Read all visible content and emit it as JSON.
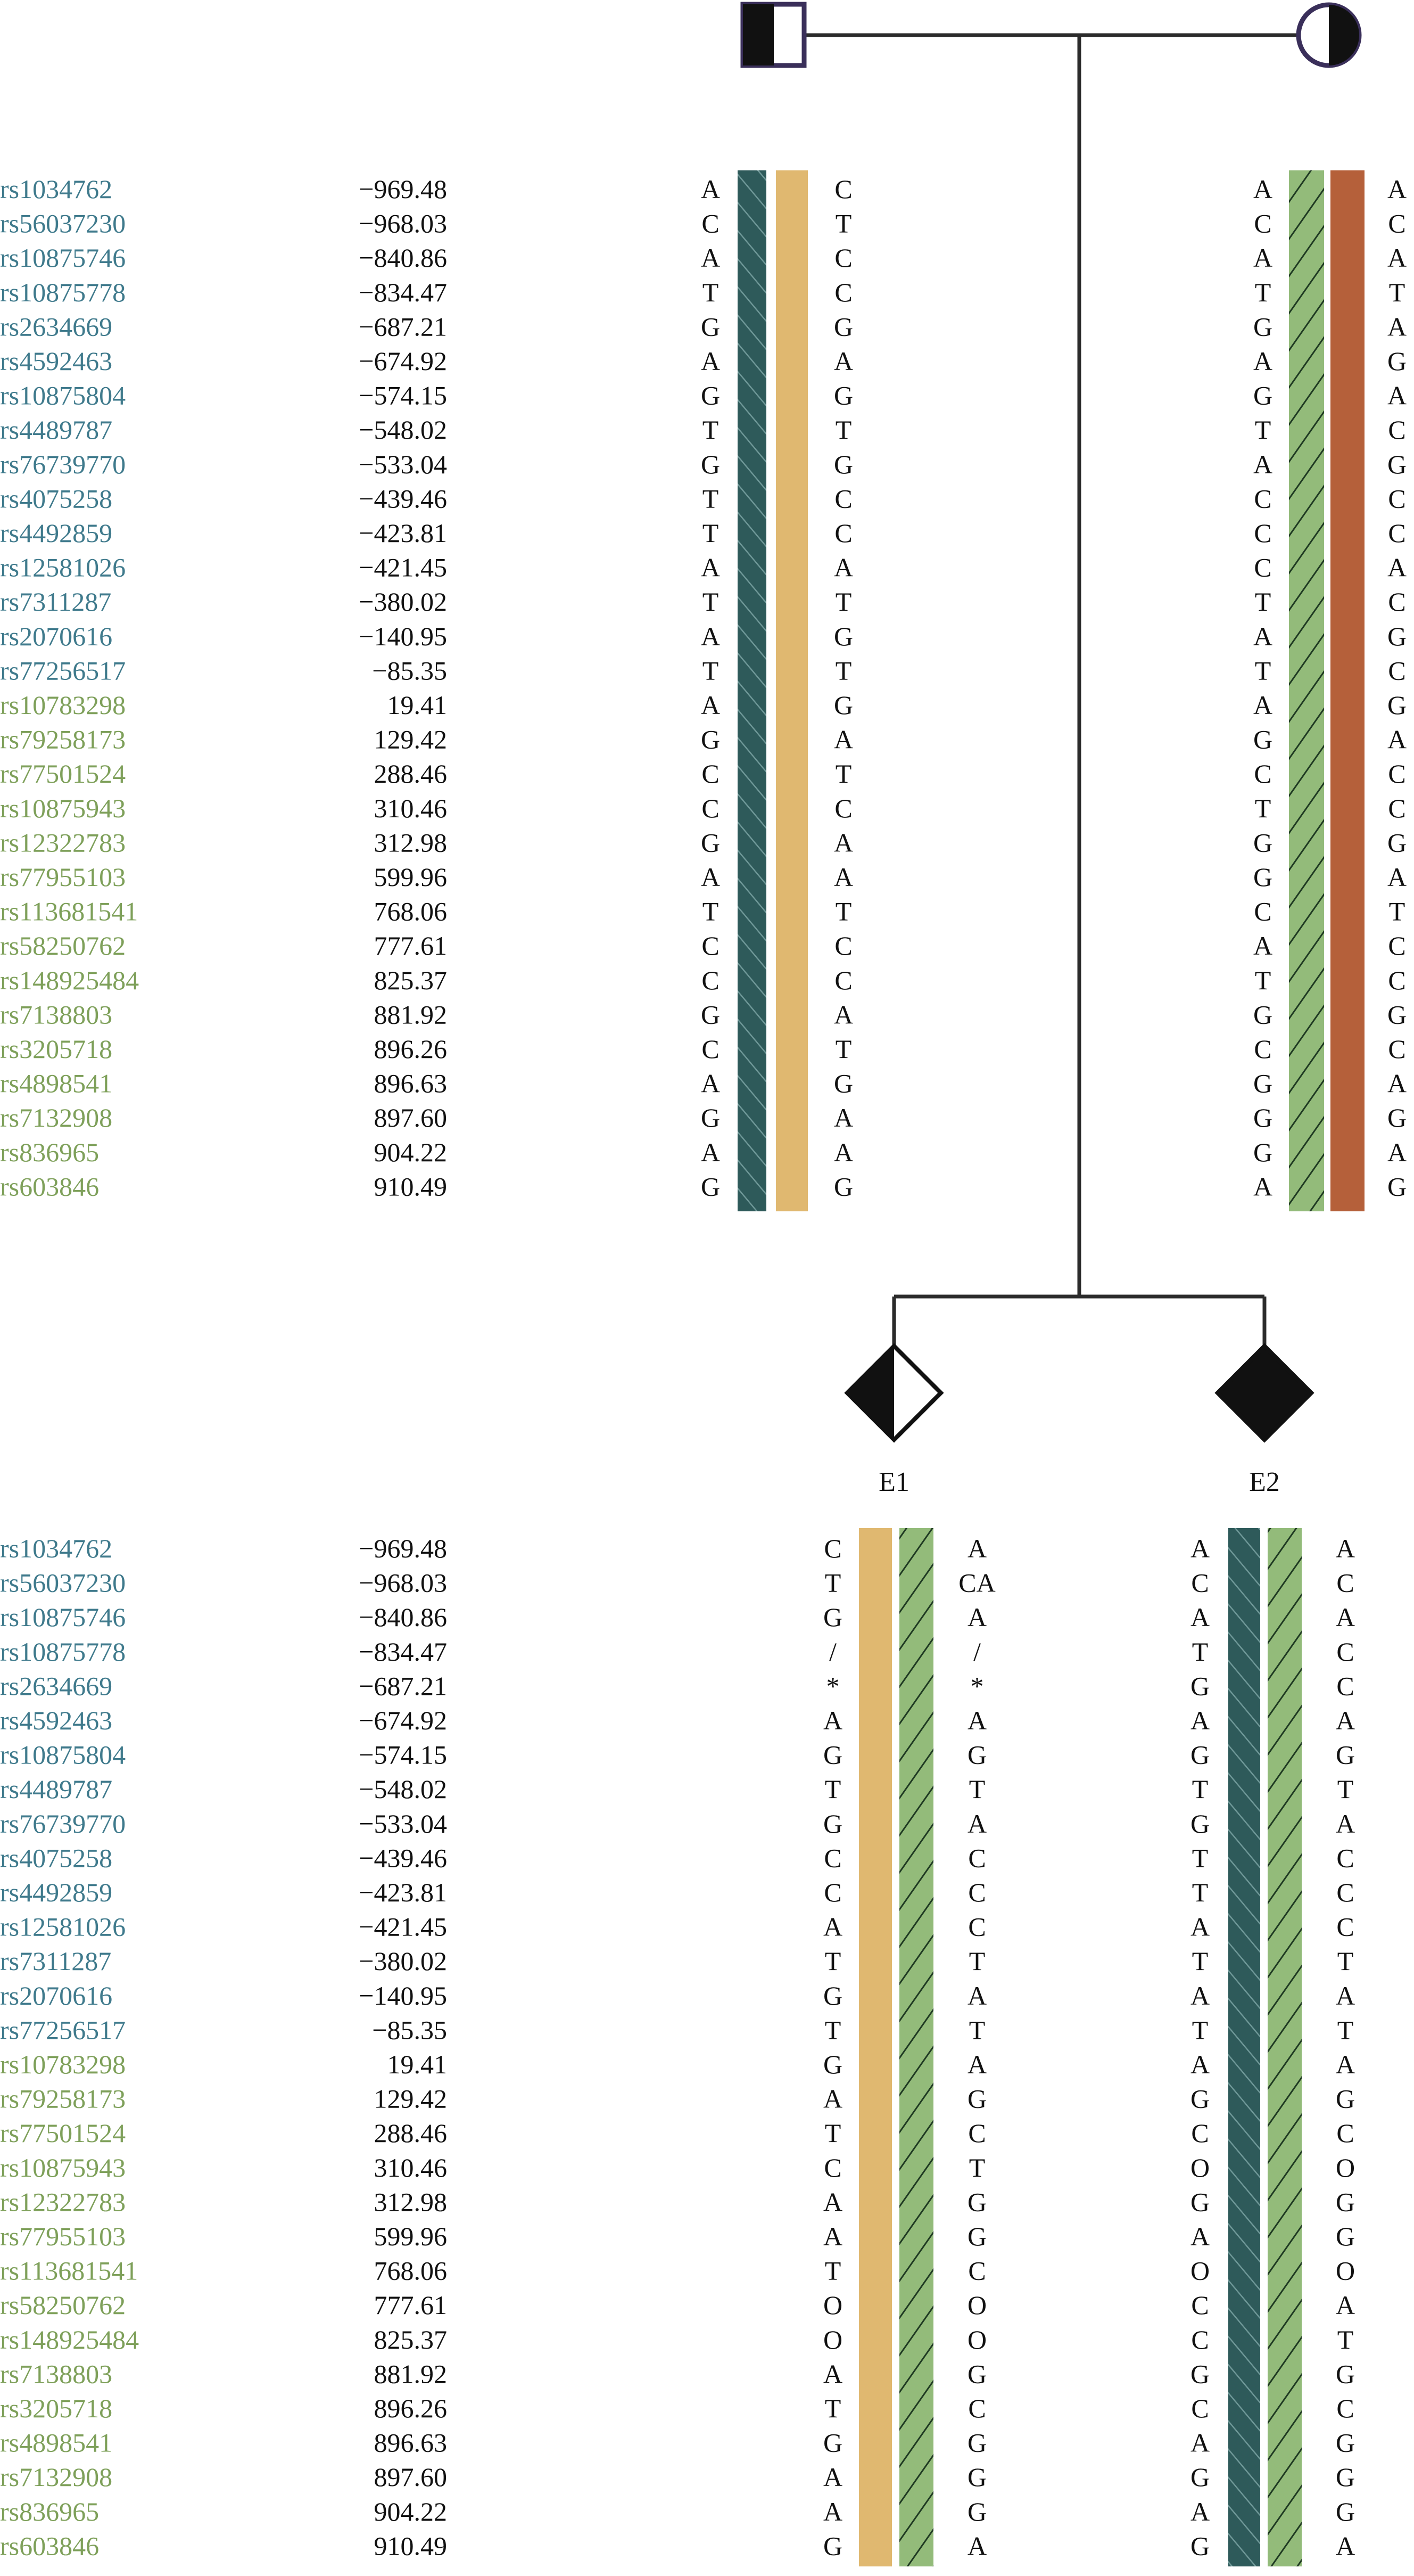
{
  "colors": {
    "line": "#2b2b2b",
    "symbol_outline": "#3a2f5a",
    "affected_fill": "#111111",
    "rsid_blue": "#3f7a8c",
    "rsid_green": "#7ea05a",
    "text": "#111111",
    "hap_dark_teal": "#2e5a5a",
    "hap_tan": "#e0b870",
    "hap_light_green": "#93bb7a",
    "hap_rust": "#b5603a"
  },
  "top_rsids": {
    "blue": [
      "rs1034762",
      "rs56037230",
      "rs10875746",
      "rs10875778",
      "rs2634669",
      "rs4592463",
      "rs10875804",
      "rs4489787",
      "rs76739770",
      "rs4075258",
      "rs4492859",
      "rs12581026",
      "rs7311287",
      "rs2070616",
      "rs77256517"
    ],
    "green": [
      "rs10783298",
      "rs79258173",
      "rs77501524",
      "rs10875943",
      "rs12322783",
      "rs77955103",
      "rs113681541",
      "rs58250762",
      "rs148925484",
      "rs7138803",
      "rs3205718",
      "rs4898541",
      "rs7132908",
      "rs836965",
      "rs603846"
    ]
  },
  "top_positions": [
    "−969.48",
    "−968.03",
    "−840.86",
    "−834.47",
    "−687.21",
    "−674.92",
    "−574.15",
    "−548.02",
    "−533.04",
    "−439.46",
    "−423.81",
    "−421.45",
    "−380.02",
    "−140.95",
    "−85.35",
    "19.41",
    "129.42",
    "288.46",
    "310.46",
    "312.98",
    "599.96",
    "768.06",
    "777.61",
    "825.37",
    "881.92",
    "896.26",
    "896.63",
    "897.60",
    "904.22",
    "910.49"
  ],
  "bottom_rsids": {
    "blue": [
      "rs1034762",
      "rs56037230",
      "rs10875746",
      "rs10875778",
      "rs2634669",
      "rs4592463",
      "rs10875804",
      "rs4489787",
      "rs76739770",
      "rs4075258",
      "rs4492859",
      "rs12581026",
      "rs7311287",
      "rs2070616",
      "rs77256517"
    ],
    "green": [
      "rs10783298",
      "rs79258173",
      "rs77501524",
      "rs10875943",
      "rs12322783",
      "rs77955103",
      "rs113681541",
      "rs58250762",
      "rs148925484",
      "rs7138803",
      "rs3205718",
      "rs4898541",
      "rs7132908",
      "rs836965",
      "rs603846"
    ]
  },
  "bottom_positions": [
    "−969.48",
    "−968.03",
    "−840.86",
    "−834.47",
    "−687.21",
    "−674.92",
    "−574.15",
    "−548.02",
    "−533.04",
    "−439.46",
    "−423.81",
    "−421.45",
    "−380.02",
    "−140.95",
    "−85.35",
    "19.41",
    "129.42",
    "288.46",
    "310.46",
    "312.98",
    "599.96",
    "768.06",
    "777.61",
    "825.37",
    "881.92",
    "896.26",
    "896.63",
    "897.60",
    "904.22",
    "910.49"
  ],
  "father": {
    "left_alleles": [
      "A",
      "C",
      "A",
      "T",
      "G",
      "A",
      "G",
      "T",
      "G",
      "T",
      "T",
      "A",
      "T",
      "A",
      "T",
      "A",
      "G",
      "C",
      "C",
      "G",
      "A",
      "T",
      "C",
      "C",
      "G",
      "C",
      "A",
      "G",
      "A",
      "G"
    ],
    "right_alleles": [
      "C",
      "T",
      "C",
      "C",
      "G",
      "A",
      "G",
      "T",
      "G",
      "C",
      "C",
      "A",
      "T",
      "G",
      "T",
      "G",
      "A",
      "T",
      "C",
      "A",
      "A",
      "T",
      "C",
      "C",
      "A",
      "T",
      "G",
      "A",
      "A",
      "G"
    ],
    "bar_left": "dark-teal-hatched",
    "bar_right": "tan"
  },
  "mother": {
    "left_alleles": [
      "A",
      "C",
      "A",
      "T",
      "G",
      "A",
      "G",
      "T",
      "A",
      "C",
      "C",
      "C",
      "T",
      "A",
      "T",
      "A",
      "G",
      "C",
      "T",
      "G",
      "G",
      "C",
      "A",
      "T",
      "G",
      "C",
      "G",
      "G",
      "G",
      "A"
    ],
    "right_alleles": [
      "A",
      "C",
      "A",
      "T",
      "A",
      "G",
      "A",
      "C",
      "G",
      "C",
      "C",
      "A",
      "C",
      "G",
      "C",
      "G",
      "A",
      "C",
      "C",
      "G",
      "A",
      "T",
      "C",
      "C",
      "G",
      "C",
      "A",
      "G",
      "A",
      "G"
    ],
    "bar_left": "light-green-hatched",
    "bar_right": "rust"
  },
  "e1": {
    "label": "E1",
    "left_alleles": [
      "C",
      "T",
      "G",
      "/",
      "*",
      "A",
      "G",
      "T",
      "G",
      "C",
      "C",
      "A",
      "T",
      "G",
      "T",
      "G",
      "A",
      "T",
      "C",
      "A",
      "A",
      "T",
      "O",
      "O",
      "A",
      "T",
      "G",
      "A",
      "A",
      "G"
    ],
    "right_alleles": [
      "A",
      "CA",
      "A",
      "/",
      "*",
      "A",
      "G",
      "T",
      "A",
      "C",
      "C",
      "C",
      "T",
      "A",
      "T",
      "A",
      "G",
      "C",
      "T",
      "G",
      "G",
      "C",
      "O",
      "O",
      "G",
      "C",
      "G",
      "G",
      "G",
      "A"
    ],
    "bar_left": "tan",
    "bar_right": "light-green-hatched"
  },
  "e2": {
    "label": "E2",
    "left_alleles": [
      "A",
      "C",
      "A",
      "T",
      "G",
      "A",
      "G",
      "T",
      "G",
      "T",
      "T",
      "A",
      "T",
      "A",
      "T",
      "A",
      "G",
      "C",
      "O",
      "G",
      "A",
      "O",
      "C",
      "C",
      "G",
      "C",
      "A",
      "G",
      "A",
      "G"
    ],
    "right_alleles": [
      "A",
      "C",
      "A",
      "C",
      "C",
      "A",
      "G",
      "T",
      "A",
      "C",
      "C",
      "C",
      "T",
      "A",
      "T",
      "A",
      "G",
      "C",
      "O",
      "G",
      "G",
      "O",
      "A",
      "T",
      "G",
      "C",
      "G",
      "G",
      "G",
      "A"
    ],
    "bar_left": "dark-teal-hatched",
    "bar_right": "light-green-hatched"
  }
}
